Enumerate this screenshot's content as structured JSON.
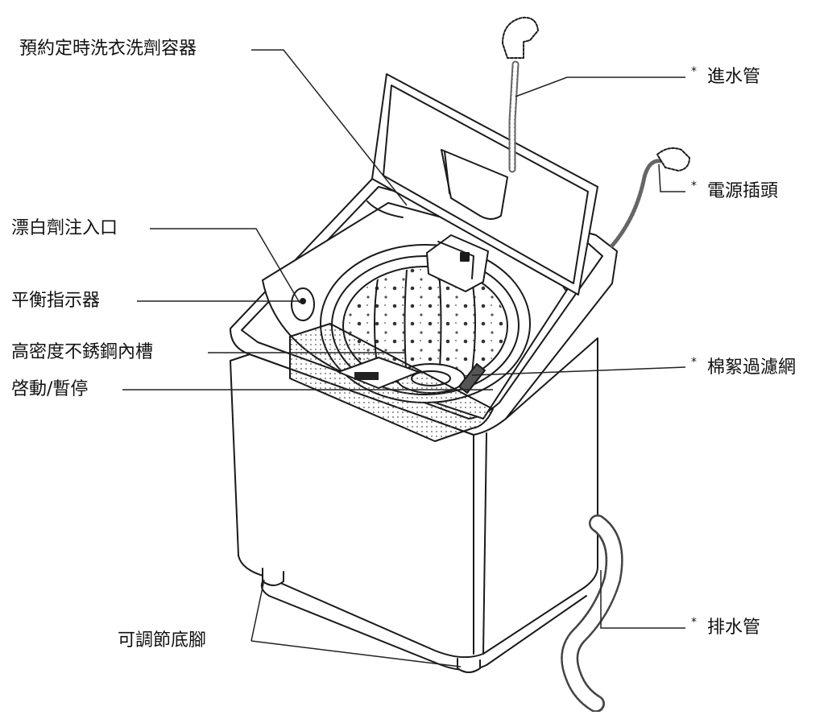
{
  "callouts": {
    "detergent_container": "預約定時洗衣洗劑容器",
    "water_inlet_hose": "進水管",
    "power_plug": "電源插頭",
    "bleach_inlet": "漂白劑注入口",
    "balance_indicator": "平衡指示器",
    "stainless_tub": "高密度不銹鋼內槽",
    "lint_filter": "棉絮過濾網",
    "start_pause": "啓動/暫停",
    "drain_hose": "排水管",
    "adjustable_feet": "可調節底腳"
  },
  "marker": "*"
}
